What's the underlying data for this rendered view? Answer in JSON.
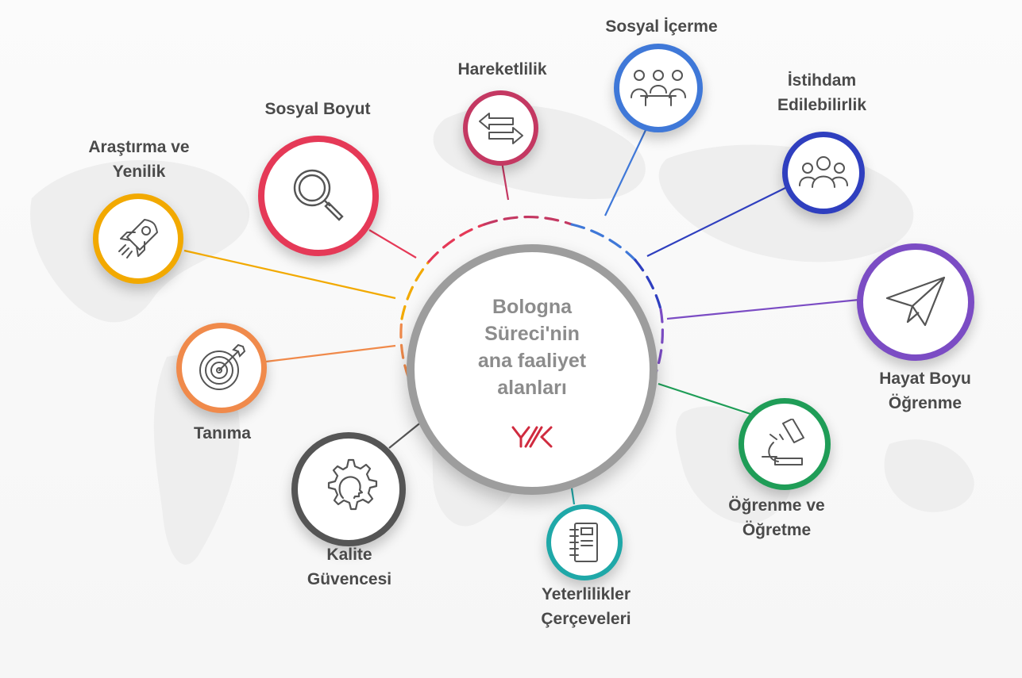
{
  "hub": {
    "title": "Bologna\nSüreci'nin\nana faaliyet\nalanları",
    "logo": "YÖK"
  },
  "areas": [
    {
      "label": "Araştırma ve\nYenilik",
      "icon": "rocket-icon",
      "color": "#f2a900"
    },
    {
      "label": "Sosyal Boyut",
      "icon": "magnifier-icon",
      "color": "#e53957"
    },
    {
      "label": "Hareketlilik",
      "icon": "exchange-arrows-icon",
      "color": "#c43862"
    },
    {
      "label": "Sosyal İçerme",
      "icon": "meeting-icon",
      "color": "#3f78d8"
    },
    {
      "label": "İstihdam\nEdilebilirlik",
      "icon": "people-group-icon",
      "color": "#2f3fbf"
    },
    {
      "label": "Hayat Boyu\nÖğrenme",
      "icon": "paper-plane-icon",
      "color": "#7b4cc4"
    },
    {
      "label": "Öğrenme ve\nÖğretme",
      "icon": "microscope-icon",
      "color": "#1f9d57"
    },
    {
      "label": "Yeterlilikler\nÇerçeveleri",
      "icon": "notebook-icon",
      "color": "#1fa8a8"
    },
    {
      "label": "Kalite\nGüvencesi",
      "icon": "gear-head-icon",
      "color": "#555555"
    },
    {
      "label": "Tanıma",
      "icon": "target-icon",
      "color": "#f08a4b"
    }
  ]
}
